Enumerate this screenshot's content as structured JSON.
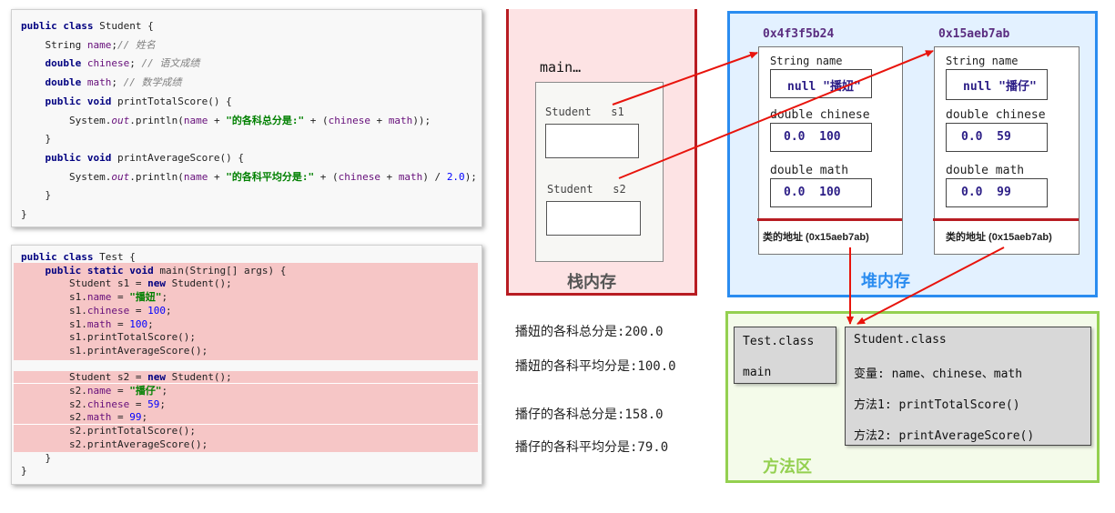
{
  "student_code": {
    "lines": [
      {
        "parts": [
          {
            "t": "public class ",
            "c": "kw"
          },
          {
            "t": "Student {",
            "c": ""
          }
        ]
      },
      {
        "parts": [
          {
            "t": "    String ",
            "c": ""
          },
          {
            "t": "name",
            "c": "fld"
          },
          {
            "t": ";",
            "c": ""
          },
          {
            "t": "// 姓名",
            "c": "cm"
          }
        ]
      },
      {
        "parts": [
          {
            "t": "    double ",
            "c": "kw"
          },
          {
            "t": "chinese",
            "c": "fld"
          },
          {
            "t": "; ",
            "c": ""
          },
          {
            "t": "// 语文成绩",
            "c": "cm"
          }
        ]
      },
      {
        "parts": [
          {
            "t": "    double ",
            "c": "kw"
          },
          {
            "t": "math",
            "c": "fld"
          },
          {
            "t": "; ",
            "c": ""
          },
          {
            "t": "// 数学成绩",
            "c": "cm"
          }
        ]
      },
      {
        "parts": [
          {
            "t": "    public void ",
            "c": "kw"
          },
          {
            "t": "printTotalScore() {",
            "c": ""
          }
        ]
      },
      {
        "parts": [
          {
            "t": "        System.",
            "c": ""
          },
          {
            "t": "out",
            "c": "it"
          },
          {
            "t": ".println(",
            "c": ""
          },
          {
            "t": "name",
            "c": "fld"
          },
          {
            "t": " + ",
            "c": ""
          },
          {
            "t": "\"的各科总分是:\"",
            "c": "str"
          },
          {
            "t": " + (",
            "c": ""
          },
          {
            "t": "chinese",
            "c": "fld"
          },
          {
            "t": " + ",
            "c": ""
          },
          {
            "t": "math",
            "c": "fld"
          },
          {
            "t": "));",
            "c": ""
          }
        ]
      },
      {
        "parts": [
          {
            "t": "    }",
            "c": ""
          }
        ]
      },
      {
        "parts": [
          {
            "t": "    public void ",
            "c": "kw"
          },
          {
            "t": "printAverageScore() {",
            "c": ""
          }
        ]
      },
      {
        "parts": [
          {
            "t": "        System.",
            "c": ""
          },
          {
            "t": "out",
            "c": "it"
          },
          {
            "t": ".println(",
            "c": ""
          },
          {
            "t": "name",
            "c": "fld"
          },
          {
            "t": " + ",
            "c": ""
          },
          {
            "t": "\"的各科平均分是:\"",
            "c": "str"
          },
          {
            "t": " + (",
            "c": ""
          },
          {
            "t": "chinese",
            "c": "fld"
          },
          {
            "t": " + ",
            "c": ""
          },
          {
            "t": "math",
            "c": "fld"
          },
          {
            "t": ") / ",
            "c": ""
          },
          {
            "t": "2.0",
            "c": "num"
          },
          {
            "t": ");",
            "c": ""
          }
        ]
      },
      {
        "parts": [
          {
            "t": "    }",
            "c": ""
          }
        ]
      },
      {
        "parts": [
          {
            "t": "}",
            "c": ""
          }
        ]
      }
    ]
  },
  "test_code": {
    "lines": [
      {
        "parts": [
          {
            "t": "public class ",
            "c": "kw"
          },
          {
            "t": "Test {",
            "c": ""
          }
        ]
      },
      {
        "parts": [
          {
            "t": "    public static void ",
            "c": "kw"
          },
          {
            "t": "main(String[] args) {",
            "c": ""
          }
        ]
      },
      {
        "parts": [
          {
            "t": "        Student s1 = ",
            "c": ""
          },
          {
            "t": "new ",
            "c": "kw"
          },
          {
            "t": "Student();",
            "c": ""
          }
        ]
      },
      {
        "parts": [
          {
            "t": "        s1.",
            "c": ""
          },
          {
            "t": "name",
            "c": "fld"
          },
          {
            "t": " = ",
            "c": ""
          },
          {
            "t": "\"播妞\"",
            "c": "str"
          },
          {
            "t": ";",
            "c": ""
          }
        ]
      },
      {
        "parts": [
          {
            "t": "        s1.",
            "c": ""
          },
          {
            "t": "chinese",
            "c": "fld"
          },
          {
            "t": " = ",
            "c": ""
          },
          {
            "t": "100",
            "c": "num"
          },
          {
            "t": ";",
            "c": ""
          }
        ]
      },
      {
        "parts": [
          {
            "t": "        s1.",
            "c": ""
          },
          {
            "t": "math",
            "c": "fld"
          },
          {
            "t": " = ",
            "c": ""
          },
          {
            "t": "100",
            "c": "num"
          },
          {
            "t": ";",
            "c": ""
          }
        ]
      },
      {
        "parts": [
          {
            "t": "        s1.printTotalScore();",
            "c": ""
          }
        ]
      },
      {
        "parts": [
          {
            "t": "        s1.printAverageScore();",
            "c": ""
          }
        ]
      },
      {
        "parts": [
          {
            "t": "",
            "c": ""
          }
        ]
      },
      {
        "parts": [
          {
            "t": "        Student s2 = ",
            "c": ""
          },
          {
            "t": "new ",
            "c": "kw"
          },
          {
            "t": "Student();",
            "c": ""
          }
        ]
      },
      {
        "parts": [
          {
            "t": "        s2.",
            "c": ""
          },
          {
            "t": "name",
            "c": "fld"
          },
          {
            "t": " = ",
            "c": ""
          },
          {
            "t": "\"播仔\"",
            "c": "str"
          },
          {
            "t": ";",
            "c": ""
          }
        ]
      },
      {
        "parts": [
          {
            "t": "        s2.",
            "c": ""
          },
          {
            "t": "chinese",
            "c": "fld"
          },
          {
            "t": " = ",
            "c": ""
          },
          {
            "t": "59",
            "c": "num"
          },
          {
            "t": ";",
            "c": ""
          }
        ]
      },
      {
        "parts": [
          {
            "t": "        s2.",
            "c": ""
          },
          {
            "t": "math",
            "c": "fld"
          },
          {
            "t": " = ",
            "c": ""
          },
          {
            "t": "99",
            "c": "num"
          },
          {
            "t": ";",
            "c": ""
          }
        ]
      },
      {
        "parts": [
          {
            "t": "        s2.printTotalScore();",
            "c": ""
          }
        ]
      },
      {
        "parts": [
          {
            "t": "        s2.printAverageScore();",
            "c": ""
          }
        ]
      },
      {
        "parts": [
          {
            "t": "    }",
            "c": ""
          }
        ]
      },
      {
        "parts": [
          {
            "t": "}",
            "c": ""
          }
        ]
      }
    ]
  },
  "stack": {
    "title": "栈内存",
    "frame_label": "main…",
    "var1": "Student   s1",
    "var2": "Student   s2"
  },
  "heap": {
    "title": "堆内存",
    "objects": [
      {
        "address": "0x4f3f5b24",
        "name_label": "String name",
        "name_value": "null \"播妞\"",
        "chinese_label": "double chinese",
        "chinese_value": "0.0  100",
        "math_label": "double math",
        "math_value": "0.0  100",
        "class_addr": "类的地址 (0x15aeb7ab)"
      },
      {
        "address": "0x15aeb7ab",
        "name_label": "String name",
        "name_value": "null \"播仔\"",
        "chinese_label": "double chinese",
        "chinese_value": "0.0  59",
        "math_label": "double math",
        "math_value": "0.0  99",
        "class_addr": "类的地址 (0x15aeb7ab)"
      }
    ]
  },
  "output": [
    "播妞的各科总分是:200.0",
    "播妞的各科平均分是:100.0",
    "播仔的各科总分是:158.0",
    "播仔的各科平均分是:79.0"
  ],
  "method_area": {
    "title": "方法区",
    "test_class": {
      "name": "Test.class",
      "method": "main"
    },
    "student_class": {
      "name": "Student.class",
      "vars": "变量: name、chinese、math",
      "m1": "方法1: printTotalScore()",
      "m2": "方法2: printAverageScore()"
    }
  },
  "colors": {
    "stack_border": "#b81c22",
    "heap_border": "#2a8cf0",
    "method_border": "#94d050",
    "arrow": "#e8140c"
  }
}
